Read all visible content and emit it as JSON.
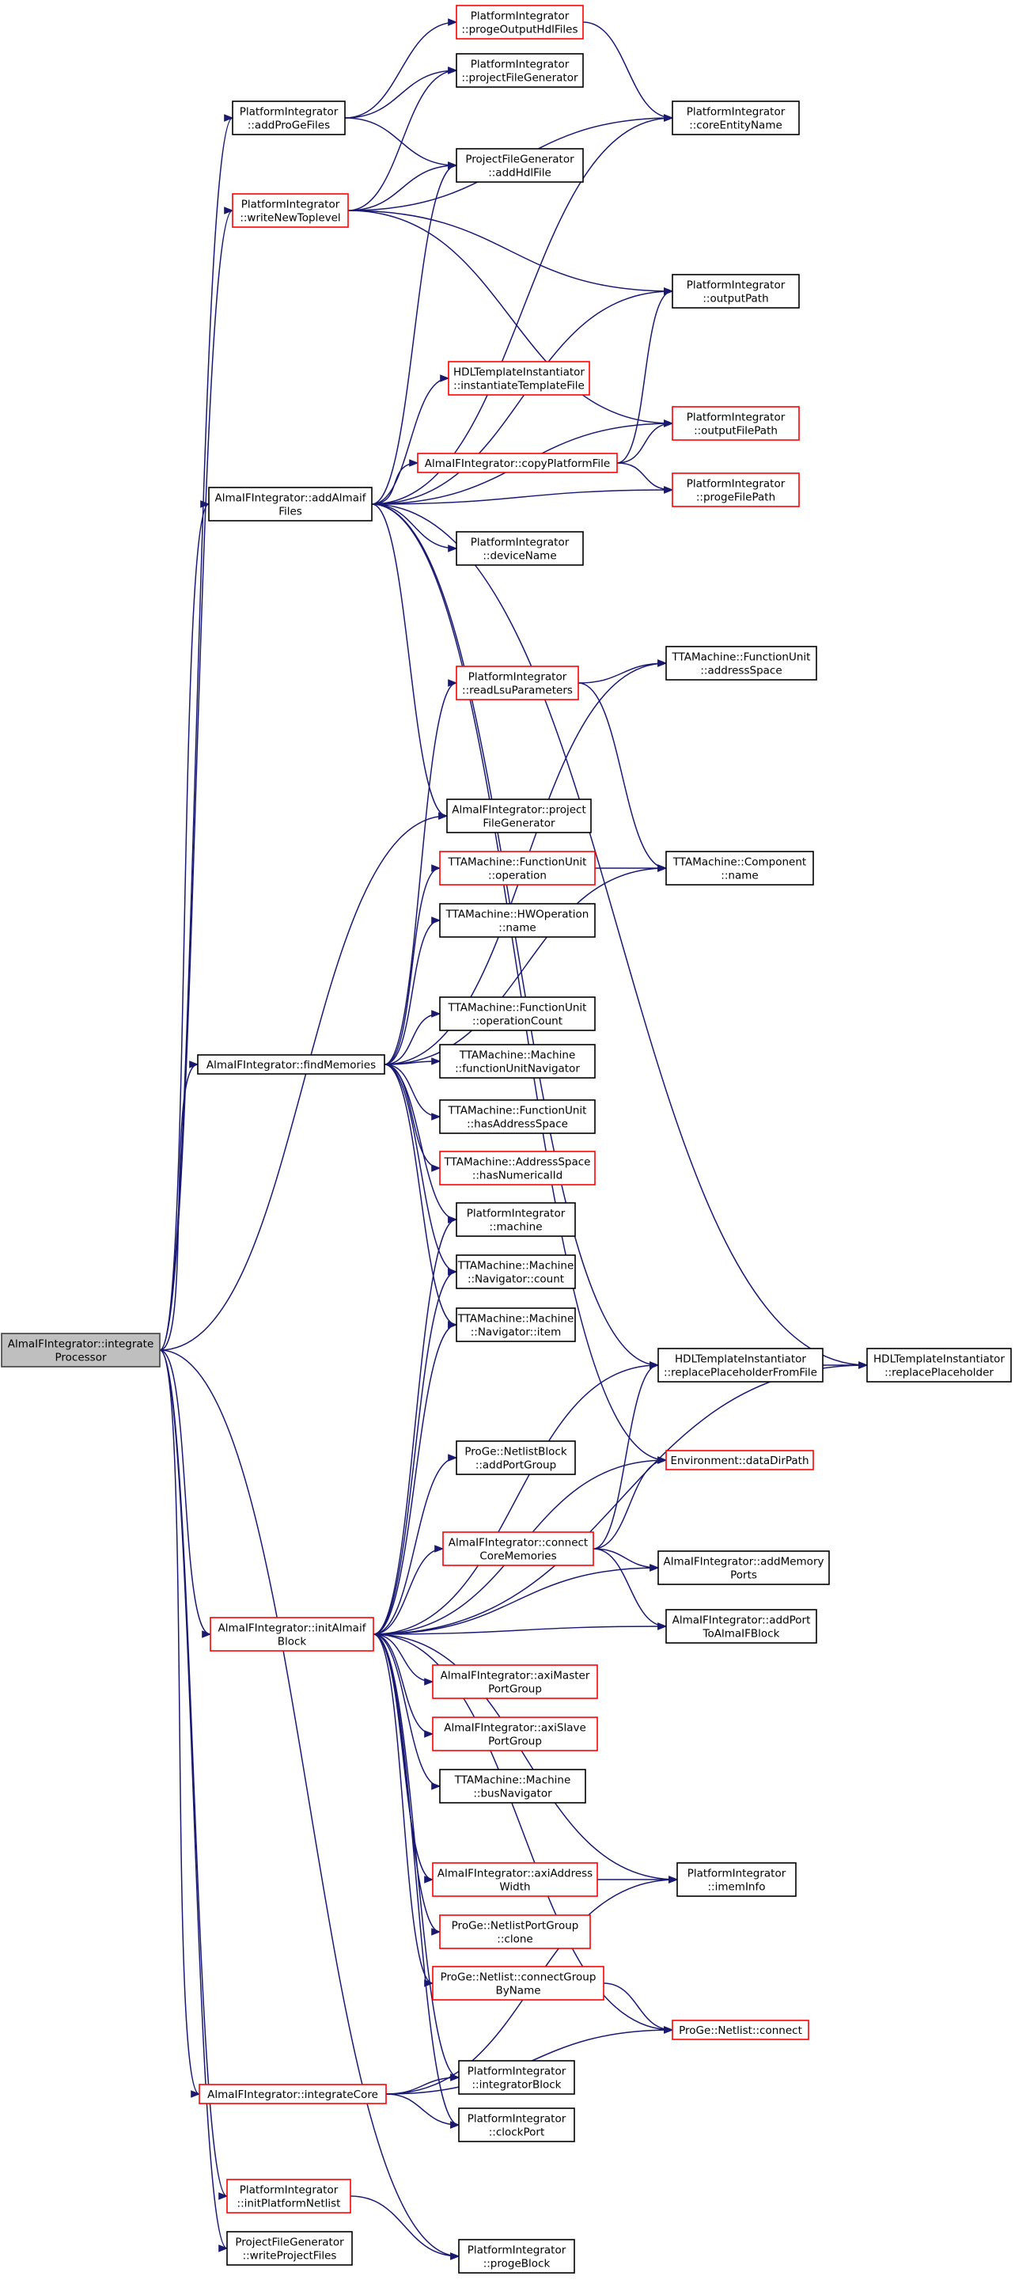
{
  "graph": {
    "colors": {
      "edge": "#191970",
      "root_fill": "#bfbfbf",
      "red_border": "#ff0000",
      "black_border": "#000000"
    },
    "nodes": [
      {
        "id": "root",
        "lines": [
          "AlmaIFIntegrator::integrate",
          "Processor"
        ],
        "style": "root"
      },
      {
        "id": "addProGeFiles",
        "lines": [
          "PlatformIntegrator",
          "::addProGeFiles"
        ],
        "style": "black"
      },
      {
        "id": "writeNewToplevel",
        "lines": [
          "PlatformIntegrator",
          "::writeNewToplevel"
        ],
        "style": "red"
      },
      {
        "id": "addAlmaifFiles",
        "lines": [
          "AlmaIFIntegrator::addAlmaif",
          "Files"
        ],
        "style": "black"
      },
      {
        "id": "findMemories",
        "lines": [
          "AlmaIFIntegrator::findMemories"
        ],
        "style": "black"
      },
      {
        "id": "initAlmaifBlock",
        "lines": [
          "AlmaIFIntegrator::initAlmaif",
          "Block"
        ],
        "style": "red"
      },
      {
        "id": "integrateCore",
        "lines": [
          "AlmaIFIntegrator::integrateCore"
        ],
        "style": "red"
      },
      {
        "id": "initPlatformNetlist",
        "lines": [
          "PlatformIntegrator",
          "::initPlatformNetlist"
        ],
        "style": "red"
      },
      {
        "id": "writeProjectFiles",
        "lines": [
          "ProjectFileGenerator",
          "::writeProjectFiles"
        ],
        "style": "black"
      },
      {
        "id": "progeOutputHdlFiles",
        "lines": [
          "PlatformIntegrator",
          "::progeOutputHdlFiles"
        ],
        "style": "red"
      },
      {
        "id": "projectFileGenerator",
        "lines": [
          "PlatformIntegrator",
          "::projectFileGenerator"
        ],
        "style": "black"
      },
      {
        "id": "addHdlFile",
        "lines": [
          "ProjectFileGenerator",
          "::addHdlFile"
        ],
        "style": "black"
      },
      {
        "id": "coreEntityName",
        "lines": [
          "PlatformIntegrator",
          "::coreEntityName"
        ],
        "style": "black"
      },
      {
        "id": "outputPath",
        "lines": [
          "PlatformIntegrator",
          "::outputPath"
        ],
        "style": "black"
      },
      {
        "id": "instantiateTemplateFile",
        "lines": [
          "HDLTemplateInstantiator",
          "::instantiateTemplateFile"
        ],
        "style": "red"
      },
      {
        "id": "copyPlatformFile",
        "lines": [
          "AlmaIFIntegrator::copyPlatformFile"
        ],
        "style": "red"
      },
      {
        "id": "outputFilePath",
        "lines": [
          "PlatformIntegrator",
          "::outputFilePath"
        ],
        "style": "red"
      },
      {
        "id": "progeFilePath",
        "lines": [
          "PlatformIntegrator",
          "::progeFilePath"
        ],
        "style": "red"
      },
      {
        "id": "deviceName",
        "lines": [
          "PlatformIntegrator",
          "::deviceName"
        ],
        "style": "black"
      },
      {
        "id": "readLsuParameters",
        "lines": [
          "PlatformIntegrator",
          "::readLsuParameters"
        ],
        "style": "red"
      },
      {
        "id": "addressSpace",
        "lines": [
          "TTAMachine::FunctionUnit",
          "::addressSpace"
        ],
        "style": "black"
      },
      {
        "id": "almaifProjectFileGenerator",
        "lines": [
          "AlmaIFIntegrator::project",
          "FileGenerator"
        ],
        "style": "black"
      },
      {
        "id": "fuOperation",
        "lines": [
          "TTAMachine::FunctionUnit",
          "::operation"
        ],
        "style": "red"
      },
      {
        "id": "componentName",
        "lines": [
          "TTAMachine::Component",
          "::name"
        ],
        "style": "black"
      },
      {
        "id": "hwOperationName",
        "lines": [
          "TTAMachine::HWOperation",
          "::name"
        ],
        "style": "black"
      },
      {
        "id": "operationCount",
        "lines": [
          "TTAMachine::FunctionUnit",
          "::operationCount"
        ],
        "style": "black"
      },
      {
        "id": "functionUnitNavigator",
        "lines": [
          "TTAMachine::Machine",
          "::functionUnitNavigator"
        ],
        "style": "black"
      },
      {
        "id": "hasAddressSpace",
        "lines": [
          "TTAMachine::FunctionUnit",
          "::hasAddressSpace"
        ],
        "style": "black"
      },
      {
        "id": "hasNumericalId",
        "lines": [
          "TTAMachine::AddressSpace",
          "::hasNumericalId"
        ],
        "style": "red"
      },
      {
        "id": "machine",
        "lines": [
          "PlatformIntegrator",
          "::machine"
        ],
        "style": "black"
      },
      {
        "id": "navigatorCount",
        "lines": [
          "TTAMachine::Machine",
          "::Navigator::count"
        ],
        "style": "black"
      },
      {
        "id": "navigatorItem",
        "lines": [
          "TTAMachine::Machine",
          "::Navigator::item"
        ],
        "style": "black"
      },
      {
        "id": "replacePlaceholderFromFile",
        "lines": [
          "HDLTemplateInstantiator",
          "::replacePlaceholderFromFile"
        ],
        "style": "black"
      },
      {
        "id": "replacePlaceholder",
        "lines": [
          "HDLTemplateInstantiator",
          "::replacePlaceholder"
        ],
        "style": "black"
      },
      {
        "id": "addPortGroup",
        "lines": [
          "ProGe::NetlistBlock",
          "::addPortGroup"
        ],
        "style": "black"
      },
      {
        "id": "dataDirPath",
        "lines": [
          "Environment::dataDirPath"
        ],
        "style": "red"
      },
      {
        "id": "connectCoreMemories",
        "lines": [
          "AlmaIFIntegrator::connect",
          "CoreMemories"
        ],
        "style": "red"
      },
      {
        "id": "addMemoryPorts",
        "lines": [
          "AlmaIFIntegrator::addMemory",
          "Ports"
        ],
        "style": "black"
      },
      {
        "id": "addPortToAlmaIFBlock",
        "lines": [
          "AlmaIFIntegrator::addPort",
          "ToAlmaIFBlock"
        ],
        "style": "black"
      },
      {
        "id": "axiMasterPortGroup",
        "lines": [
          "AlmaIFIntegrator::axiMaster",
          "PortGroup"
        ],
        "style": "red"
      },
      {
        "id": "axiSlavePortGroup",
        "lines": [
          "AlmaIFIntegrator::axiSlave",
          "PortGroup"
        ],
        "style": "red"
      },
      {
        "id": "busNavigator",
        "lines": [
          "TTAMachine::Machine",
          "::busNavigator"
        ],
        "style": "black"
      },
      {
        "id": "axiAddressWidth",
        "lines": [
          "AlmaIFIntegrator::axiAddress",
          "Width"
        ],
        "style": "red"
      },
      {
        "id": "imemInfo",
        "lines": [
          "PlatformIntegrator",
          "::imemInfo"
        ],
        "style": "black"
      },
      {
        "id": "netlistPortGroupClone",
        "lines": [
          "ProGe::NetlistPortGroup",
          "::clone"
        ],
        "style": "red"
      },
      {
        "id": "connectGroupByName",
        "lines": [
          "ProGe::Netlist::connectGroup",
          "ByName"
        ],
        "style": "red"
      },
      {
        "id": "netlistConnect",
        "lines": [
          "ProGe::Netlist::connect"
        ],
        "style": "red"
      },
      {
        "id": "integratorBlock",
        "lines": [
          "PlatformIntegrator",
          "::integratorBlock"
        ],
        "style": "black"
      },
      {
        "id": "clockPort",
        "lines": [
          "PlatformIntegrator",
          "::clockPort"
        ],
        "style": "black"
      },
      {
        "id": "progeBlock",
        "lines": [
          "PlatformIntegrator",
          "::progeBlock"
        ],
        "style": "black"
      }
    ],
    "edges": [
      [
        "root",
        "addProGeFiles"
      ],
      [
        "root",
        "writeNewToplevel"
      ],
      [
        "root",
        "addAlmaifFiles"
      ],
      [
        "root",
        "findMemories"
      ],
      [
        "root",
        "almaifProjectFileGenerator"
      ],
      [
        "root",
        "initAlmaifBlock"
      ],
      [
        "root",
        "integrateCore"
      ],
      [
        "root",
        "initPlatformNetlist"
      ],
      [
        "root",
        "writeProjectFiles"
      ],
      [
        "root",
        "progeBlock"
      ],
      [
        "addProGeFiles",
        "progeOutputHdlFiles"
      ],
      [
        "addProGeFiles",
        "projectFileGenerator"
      ],
      [
        "addProGeFiles",
        "addHdlFile"
      ],
      [
        "progeOutputHdlFiles",
        "coreEntityName"
      ],
      [
        "writeNewToplevel",
        "projectFileGenerator"
      ],
      [
        "writeNewToplevel",
        "coreEntityName"
      ],
      [
        "writeNewToplevel",
        "addHdlFile"
      ],
      [
        "writeNewToplevel",
        "outputPath"
      ],
      [
        "writeNewToplevel",
        "outputFilePath"
      ],
      [
        "addAlmaifFiles",
        "addHdlFile"
      ],
      [
        "addAlmaifFiles",
        "coreEntityName"
      ],
      [
        "addAlmaifFiles",
        "outputPath"
      ],
      [
        "addAlmaifFiles",
        "instantiateTemplateFile"
      ],
      [
        "addAlmaifFiles",
        "outputFilePath"
      ],
      [
        "addAlmaifFiles",
        "copyPlatformFile"
      ],
      [
        "addAlmaifFiles",
        "progeFilePath"
      ],
      [
        "addAlmaifFiles",
        "deviceName"
      ],
      [
        "addAlmaifFiles",
        "replacePlaceholder"
      ],
      [
        "addAlmaifFiles",
        "almaifProjectFileGenerator"
      ],
      [
        "addAlmaifFiles",
        "replacePlaceholderFromFile"
      ],
      [
        "addAlmaifFiles",
        "dataDirPath"
      ],
      [
        "copyPlatformFile",
        "outputPath"
      ],
      [
        "copyPlatformFile",
        "outputFilePath"
      ],
      [
        "copyPlatformFile",
        "progeFilePath"
      ],
      [
        "findMemories",
        "readLsuParameters"
      ],
      [
        "findMemories",
        "addressSpace"
      ],
      [
        "findMemories",
        "fuOperation"
      ],
      [
        "findMemories",
        "componentName"
      ],
      [
        "findMemories",
        "hwOperationName"
      ],
      [
        "findMemories",
        "operationCount"
      ],
      [
        "findMemories",
        "functionUnitNavigator"
      ],
      [
        "findMemories",
        "hasAddressSpace"
      ],
      [
        "findMemories",
        "hasNumericalId"
      ],
      [
        "findMemories",
        "machine"
      ],
      [
        "findMemories",
        "navigatorCount"
      ],
      [
        "findMemories",
        "navigatorItem"
      ],
      [
        "readLsuParameters",
        "addressSpace"
      ],
      [
        "readLsuParameters",
        "componentName"
      ],
      [
        "fuOperation",
        "componentName"
      ],
      [
        "initAlmaifBlock",
        "machine"
      ],
      [
        "initAlmaifBlock",
        "navigatorCount"
      ],
      [
        "initAlmaifBlock",
        "navigatorItem"
      ],
      [
        "initAlmaifBlock",
        "replacePlaceholderFromFile"
      ],
      [
        "initAlmaifBlock",
        "replacePlaceholder"
      ],
      [
        "initAlmaifBlock",
        "addPortGroup"
      ],
      [
        "initAlmaifBlock",
        "dataDirPath"
      ],
      [
        "initAlmaifBlock",
        "connectCoreMemories"
      ],
      [
        "initAlmaifBlock",
        "addMemoryPorts"
      ],
      [
        "initAlmaifBlock",
        "addPortToAlmaIFBlock"
      ],
      [
        "initAlmaifBlock",
        "axiMasterPortGroup"
      ],
      [
        "initAlmaifBlock",
        "axiSlavePortGroup"
      ],
      [
        "initAlmaifBlock",
        "busNavigator"
      ],
      [
        "initAlmaifBlock",
        "axiAddressWidth"
      ],
      [
        "initAlmaifBlock",
        "imemInfo"
      ],
      [
        "initAlmaifBlock",
        "netlistPortGroupClone"
      ],
      [
        "initAlmaifBlock",
        "connectGroupByName"
      ],
      [
        "initAlmaifBlock",
        "netlistConnect"
      ],
      [
        "initAlmaifBlock",
        "integratorBlock"
      ],
      [
        "initAlmaifBlock",
        "clockPort"
      ],
      [
        "replacePlaceholderFromFile",
        "replacePlaceholder"
      ],
      [
        "connectCoreMemories",
        "dataDirPath"
      ],
      [
        "connectCoreMemories",
        "replacePlaceholderFromFile"
      ],
      [
        "connectCoreMemories",
        "addMemoryPorts"
      ],
      [
        "connectCoreMemories",
        "addPortToAlmaIFBlock"
      ],
      [
        "axiAddressWidth",
        "imemInfo"
      ],
      [
        "connectGroupByName",
        "netlistConnect"
      ],
      [
        "integrateCore",
        "integratorBlock"
      ],
      [
        "integrateCore",
        "clockPort"
      ],
      [
        "integrateCore",
        "imemInfo"
      ],
      [
        "integrateCore",
        "netlistConnect"
      ],
      [
        "initPlatformNetlist",
        "progeBlock"
      ]
    ]
  }
}
